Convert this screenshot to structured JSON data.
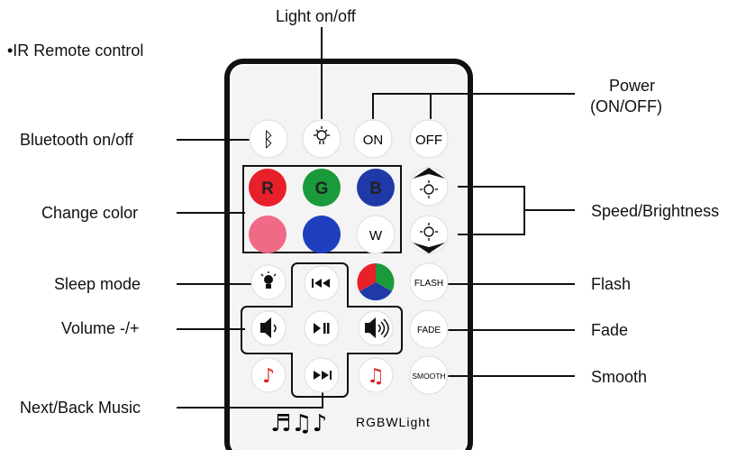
{
  "title": "•IR Remote control",
  "labels": {
    "light": "Light on/off",
    "power_1": "Power",
    "power_2": "(ON/OFF)",
    "bluetooth": "Bluetooth on/off",
    "change_color": "Change color",
    "sleep": "Sleep mode",
    "volume": "Volume -/+",
    "next_back": "Next/Back Music",
    "speed": "Speed/Brightness",
    "flash": "Flash",
    "fade": "Fade",
    "smooth": "Smooth"
  },
  "buttons": {
    "on": "ON",
    "off": "OFF",
    "r": "R",
    "g": "G",
    "b": "B",
    "w": "W",
    "flash": "FLASH",
    "fade": "FADE",
    "smooth": "SMOOTH"
  },
  "brand": "RGBWLight",
  "colors": {
    "red": "#e8202a",
    "green": "#1a9a3a",
    "blue": "#1f3aa8",
    "pink": "#f06a86",
    "blue2": "#1f3fbf",
    "note_red": "#e02020"
  }
}
